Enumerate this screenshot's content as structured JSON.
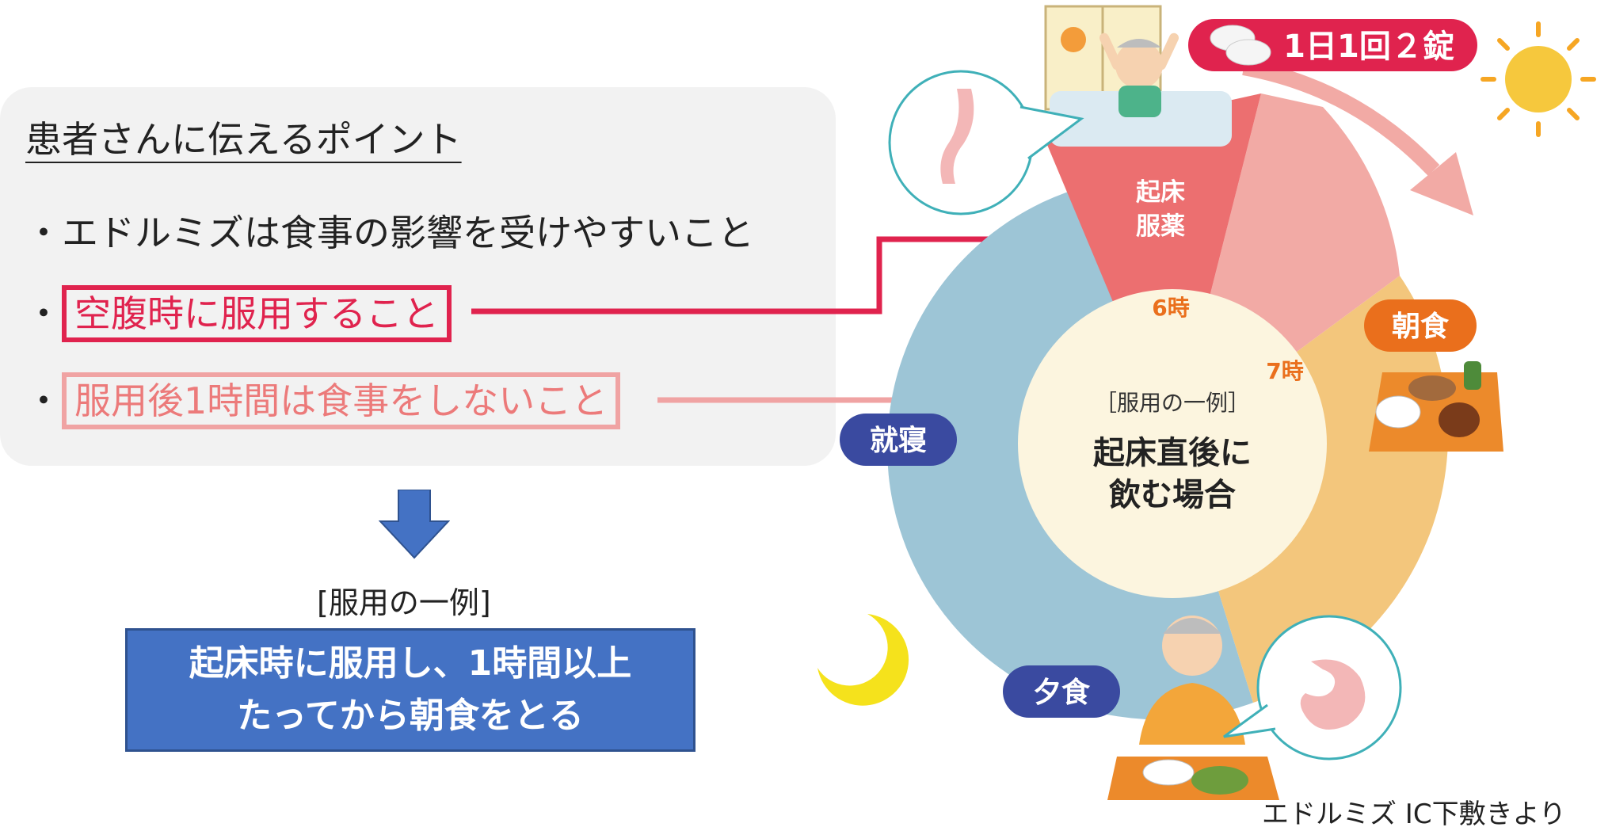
{
  "left_panel": {
    "heading": "患者さんに伝えるポイント",
    "points": [
      {
        "bullet": "・",
        "text": "エドルミズは食事の影響を受けやすいこと"
      },
      {
        "bullet": "・",
        "text": "空腹時に服用すること"
      },
      {
        "bullet": "・",
        "text": "服用後1時間は食事をしないこと"
      }
    ],
    "example_label": "[服用の一例]",
    "conclusion_line1": "起床時に服用し、1時間以上",
    "conclusion_line2": "たってから朝食をとる"
  },
  "diagram": {
    "dose_badge": "1日1回２錠",
    "wake_dose_line1": "起床",
    "wake_dose_line2": "服薬",
    "time_6": "6時",
    "time_7": "7時",
    "breakfast": "朝食",
    "dinner": "夕食",
    "bedtime": "就寝",
    "center_caption": "［服用の一例］",
    "center_title_line1": "起床直後に",
    "center_title_line2": "飲む場合"
  },
  "colors": {
    "red_accent": "#e0234e",
    "pink_accent": "#f0a3a3",
    "wake_segment": "#ec6f70",
    "fasting_segment": "#f2aaa5",
    "breakfast_segment": "#f3c67c",
    "night_segment": "#9dc5d6",
    "center_disc": "#fcf5df",
    "conclusion_bg": "#4472c4",
    "label_navy": "#3a4aa0",
    "label_orange": "#ea6f1c"
  },
  "credit": "エドルミズ IC下敷きより"
}
